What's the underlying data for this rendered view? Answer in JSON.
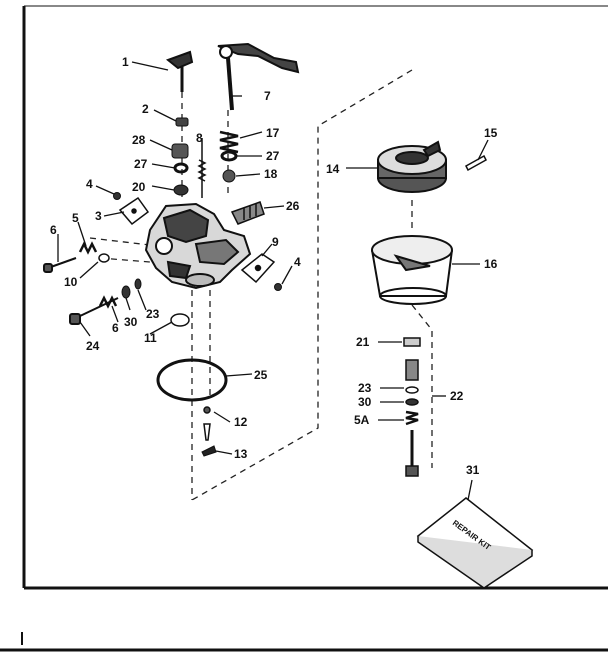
{
  "diagram": {
    "part_labels": {
      "p1": "1",
      "p2": "2",
      "p3": "3",
      "p4a": "4",
      "p4b": "4",
      "p5": "5",
      "p6a": "6",
      "p6b": "6",
      "p7": "7",
      "p8": "8",
      "p9": "9",
      "p10": "10",
      "p11": "11",
      "p12": "12",
      "p13": "13",
      "p14": "14",
      "p15": "15",
      "p16": "16",
      "p17": "17",
      "p18": "18",
      "p20": "20",
      "p21": "21",
      "p22": "22",
      "p23a": "23",
      "p23b": "23",
      "p24": "24",
      "p25": "25",
      "p26": "26",
      "p27a": "27",
      "p27b": "27",
      "p28": "28",
      "p30a": "30",
      "p30b": "30",
      "p31": "31",
      "p5a": "5A"
    },
    "kit_label": "REPAIR KIT"
  }
}
